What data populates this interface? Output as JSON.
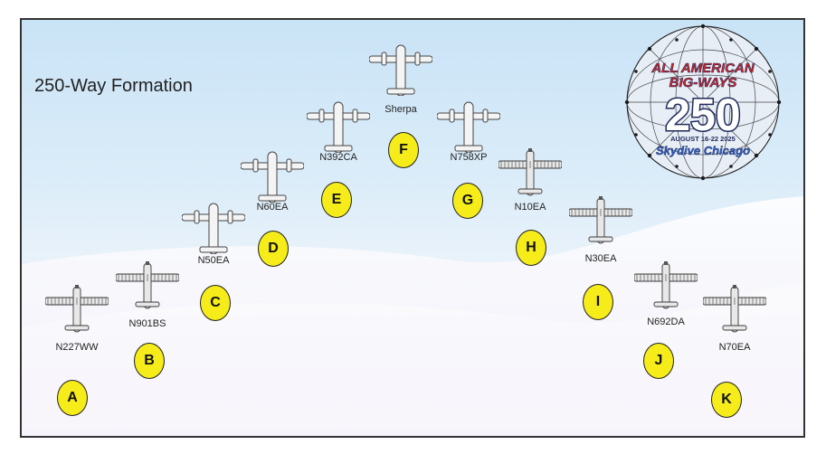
{
  "title": "250-Way Formation",
  "logo": {
    "line1": "ALL AMERICAN",
    "line2": "BIG-WAYS",
    "number": "250",
    "dates": "AUGUST 16-22 2025",
    "place": "Skydive Chicago"
  },
  "colors": {
    "slot_fill": "#f5ec1a",
    "logo_red": "#d62828",
    "logo_navy": "#1f2a5a",
    "logo_blue": "#2d5fc4"
  },
  "aircraft": [
    {
      "slot": "A",
      "registration": "N227WW",
      "type": "otter-icon"
    },
    {
      "slot": "B",
      "registration": "N901BS",
      "type": "otter-icon"
    },
    {
      "slot": "C",
      "registration": "N50EA",
      "type": "casa-icon"
    },
    {
      "slot": "D",
      "registration": "N60EA",
      "type": "casa-icon"
    },
    {
      "slot": "E",
      "registration": "N392CA",
      "type": "casa-icon"
    },
    {
      "slot": "F",
      "registration": "Sherpa",
      "type": "casa-icon"
    },
    {
      "slot": "G",
      "registration": "N758XP",
      "type": "casa-icon"
    },
    {
      "slot": "H",
      "registration": "N10EA",
      "type": "otter-icon"
    },
    {
      "slot": "I",
      "registration": "N30EA",
      "type": "otter-icon"
    },
    {
      "slot": "J",
      "registration": "N692DA",
      "type": "otter-icon"
    },
    {
      "slot": "K",
      "registration": "N70EA",
      "type": "otter-icon"
    }
  ]
}
